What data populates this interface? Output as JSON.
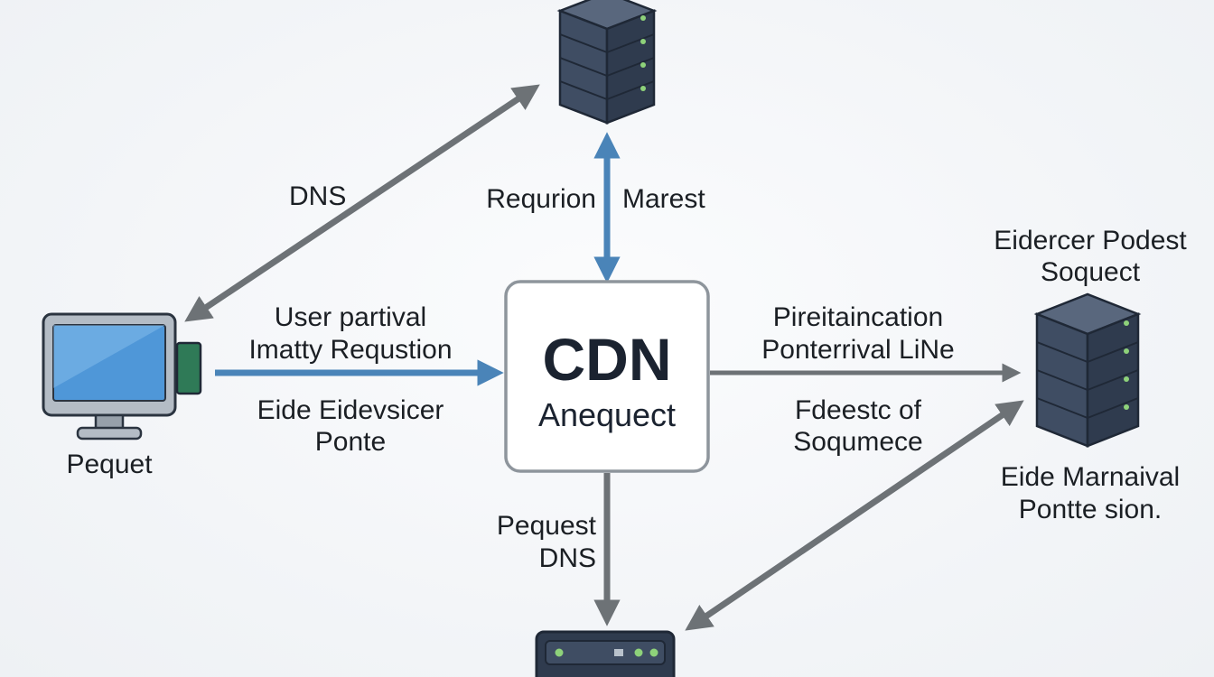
{
  "nodes": {
    "client_label": "Pequet",
    "cdn_title": "CDN",
    "cdn_subtitle": "Anequect",
    "right_server_label": [
      "Eidercer Podest",
      "Soquect"
    ],
    "right_server_bottom_label": [
      "Eide Marnaival",
      "Pontte sion."
    ]
  },
  "edges": {
    "dns_label": "DNS",
    "origin_left_label": "Requrion",
    "origin_right_label": "Marest",
    "client_to_cdn_top": [
      "User partival",
      "Imatty Requstion"
    ],
    "client_to_cdn_bottom": [
      "Eide Eidevsicer",
      "Ponte"
    ],
    "cdn_to_server_top": [
      "Pireitaincation",
      "Ponterrival LiNe"
    ],
    "cdn_to_server_bottom": [
      "Fdeestc of",
      "Soqumece"
    ],
    "cdn_down_label": [
      "Pequest",
      "DNS"
    ]
  },
  "colors": {
    "accent_blue": "#4a84b8",
    "arrow_gray": "#6d7276",
    "server_dark": "#2f3b4e",
    "server_mid": "#3f4d63",
    "led_green": "#8ed27a",
    "box_border": "#8e959c",
    "monitor_screen": "#4f97d8",
    "connector_green": "#2f7a57"
  }
}
